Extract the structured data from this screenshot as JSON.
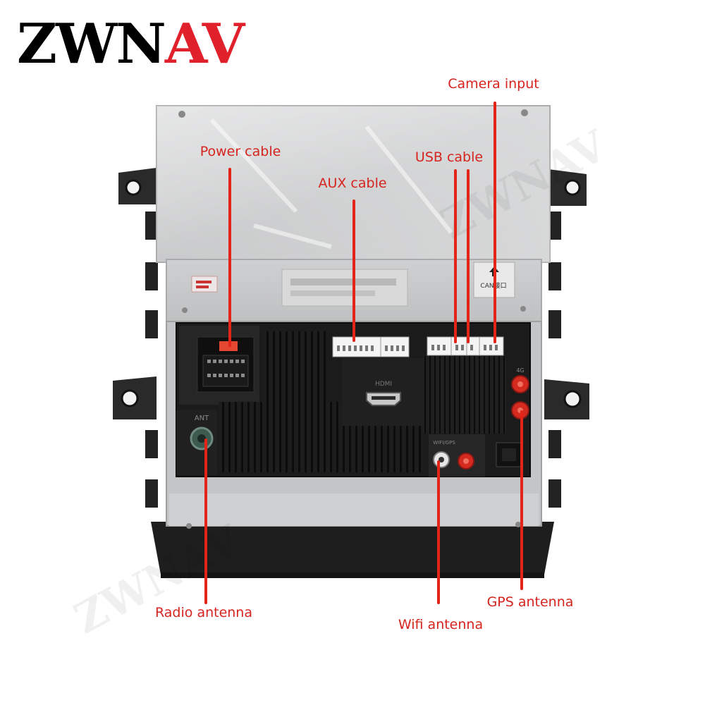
{
  "logo": {
    "text_dark": "ZWN",
    "text_red": "AV"
  },
  "unit": {
    "port_labels": {
      "antenna": "ANT",
      "hdmi": "HDMI",
      "can": "CAN接口",
      "wifi_gps_small": "WIFI/GPS",
      "fourg": "4G"
    }
  },
  "callouts": {
    "power_cable": "Power cable",
    "aux_cable": "AUX cable",
    "usb_cable": "USB cable",
    "camera_input": "Camera input",
    "radio_antenna": "Radio antenna",
    "wifi_antenna": "Wifi antenna",
    "gps_antenna": "GPS antenna"
  },
  "colors": {
    "brand_red": "#e0202a",
    "callout_red": "#d6241f",
    "chassis_dark": "#1c1c1c",
    "plate_grey": "#c9c9c9",
    "antenna_connector_red": "#d42a1f"
  },
  "icons": [
    "zwnav-logo",
    "hdmi-port-icon",
    "can-arrow-icon"
  ]
}
